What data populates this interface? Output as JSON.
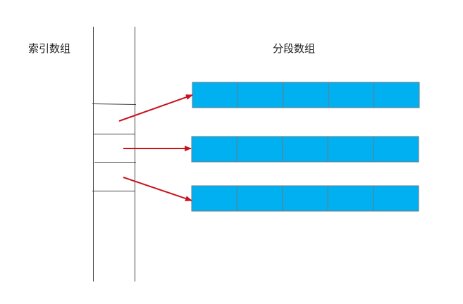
{
  "labels": {
    "index_array": "索引数组",
    "segment_array": "分段数组"
  },
  "segments": {
    "count": 3,
    "cells_per_segment": 5
  },
  "colors": {
    "cell_fill": "#00b0f0",
    "cell_border": "#6b7c88",
    "arrow": "#c8141c",
    "line": "#444444"
  }
}
